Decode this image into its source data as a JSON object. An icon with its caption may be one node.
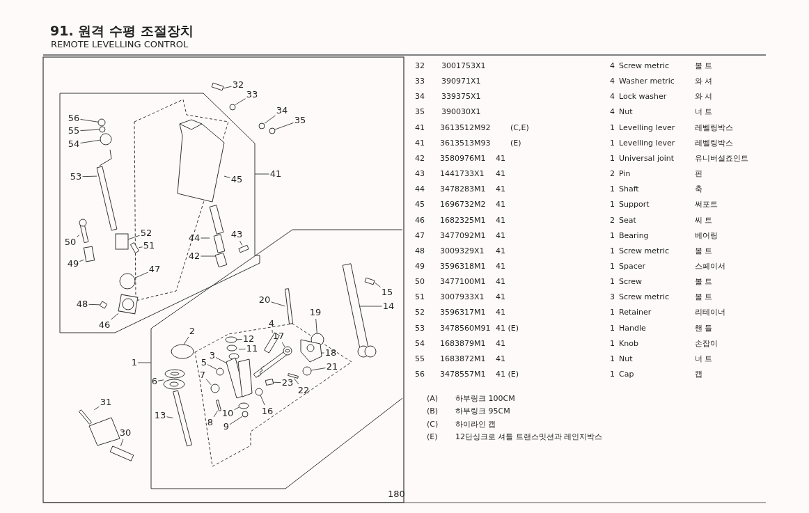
{
  "diagram": {
    "title": "91. 원격 수평 조절장치",
    "nodes": [
      {
        "text": [
          "32"
        ]
      },
      {
        "text": [
          "33"
        ]
      },
      {
        "text": [
          "34"
        ]
      },
      {
        "text": [
          "35"
        ]
      },
      {
        "text": [
          "56"
        ]
      },
      {
        "text": [
          "55"
        ]
      },
      {
        "text": [
          "54"
        ]
      },
      {
        "text": [
          "53"
        ]
      },
      {
        "text": [
          "41"
        ]
      },
      {
        "text": [
          "45"
        ]
      },
      {
        "text": [
          "52"
        ]
      },
      {
        "text": [
          "50"
        ]
      },
      {
        "text": [
          "51"
        ]
      },
      {
        "text": [
          "44"
        ]
      },
      {
        "text": [
          "43"
        ]
      },
      {
        "text": [
          "42"
        ]
      },
      {
        "text": [
          "49"
        ]
      },
      {
        "text": [
          "47"
        ]
      },
      {
        "text": [
          "48"
        ]
      },
      {
        "text": [
          "46"
        ]
      },
      {
        "text": [
          "20"
        ]
      },
      {
        "text": [
          "15"
        ]
      },
      {
        "text": [
          "14"
        ]
      },
      {
        "text": [
          "19"
        ]
      },
      {
        "text": [
          "4"
        ]
      },
      {
        "text": [
          "17"
        ]
      },
      {
        "text": [
          "2"
        ]
      },
      {
        "text": [
          "12"
        ]
      },
      {
        "text": [
          "11"
        ]
      },
      {
        "text": [
          "3"
        ]
      },
      {
        "text": [
          "18"
        ]
      },
      {
        "text": [
          "5"
        ]
      },
      {
        "text": [
          "21"
        ]
      },
      {
        "text": [
          "1"
        ]
      },
      {
        "text": [
          "23"
        ]
      },
      {
        "text": [
          "6"
        ]
      },
      {
        "text": [
          "7"
        ]
      },
      {
        "text": [
          "22"
        ]
      },
      {
        "text": [
          "31"
        ]
      },
      {
        "text": [
          "16"
        ]
      },
      {
        "text": [
          "10"
        ]
      },
      {
        "text": [
          "13"
        ]
      },
      {
        "text": [
          "8"
        ]
      },
      {
        "text": [
          "9"
        ]
      },
      {
        "text": [
          "30"
        ]
      },
      {
        "text": [],
        "shape": "bar"
      },
      {
        "text": [],
        "shape": "circle"
      },
      {
        "text": [],
        "shape": "circle"
      },
      {
        "text": [],
        "shape": "circle"
      },
      {
        "text": [],
        "shape": "circle"
      },
      {
        "text": [],
        "shape": "circle"
      },
      {
        "text": [],
        "shape": "circle"
      },
      {
        "text": [],
        "shape": "picture"
      },
      {
        "text": [],
        "shape": "picture"
      },
      {
        "text": [],
        "shape": "box"
      },
      {
        "text": [],
        "shape": "picture"
      },
      {
        "text": [],
        "shape": "bar"
      },
      {
        "text": [],
        "shape": "picture"
      },
      {
        "text": [],
        "shape": "bar"
      },
      {
        "text": [],
        "shape": "bar"
      },
      {
        "text": [],
        "shape": "box"
      },
      {
        "text": [],
        "shape": "circle"
      },
      {
        "text": [],
        "shape": "bar"
      },
      {
        "text": [],
        "shape": "picture"
      },
      {
        "text": [],
        "shape": "bar"
      },
      {
        "text": [],
        "shape": "bar"
      },
      {
        "text": [],
        "shape": "picture"
      },
      {
        "text": [],
        "shape": "circle"
      },
      {
        "text": [],
        "shape": "bar"
      },
      {
        "text": [],
        "shape": "picture"
      },
      {
        "text": [],
        "shape": "ellipse"
      },
      {
        "text": [],
        "shape": "ellipse"
      },
      {
        "text": [],
        "shape": "picture"
      },
      {
        "text": [],
        "shape": "picture"
      },
      {
        "text": [],
        "shape": "picture"
      },
      {
        "text": [],
        "shape": "circle"
      },
      {
        "text": [],
        "shape": "circle"
      },
      {
        "text": [],
        "shape": "bar"
      },
      {
        "text": [],
        "shape": "picture"
      },
      {
        "text": [],
        "shape": "circle"
      },
      {
        "text": [],
        "shape": "bar"
      },
      {
        "text": [],
        "shape": "picture"
      },
      {
        "text": [],
        "shape": "circle"
      },
      {
        "text": [],
        "shape": "ellipse"
      },
      {
        "text": [],
        "shape": "bar"
      },
      {
        "text": [],
        "shape": "bar"
      },
      {
        "text": [],
        "shape": "circle"
      },
      {
        "text": [],
        "shape": "bar"
      }
    ],
    "edges": [
      {
        "from": 0,
        "to": 45,
        "arrow": "none"
      },
      {
        "from": 1,
        "to": 46,
        "arrow": "none"
      },
      {
        "from": 2,
        "to": 47,
        "arrow": "none"
      },
      {
        "from": 3,
        "to": 48,
        "arrow": "none"
      },
      {
        "from": 4,
        "to": 49,
        "arrow": "none"
      },
      {
        "from": 5,
        "to": 50,
        "arrow": "none"
      },
      {
        "from": 6,
        "to": 51,
        "arrow": "none"
      },
      {
        "from": 7,
        "to": 52,
        "arrow": "none"
      },
      {
        "from": 8,
        "to": null,
        "arrow": "none"
      },
      {
        "from": 9,
        "to": 53,
        "arrow": "none"
      },
      {
        "from": 10,
        "to": 54,
        "arrow": "none"
      },
      {
        "from": 11,
        "to": 55,
        "arrow": "none"
      },
      {
        "from": 12,
        "to": 56,
        "arrow": "none"
      },
      {
        "from": 13,
        "to": 57,
        "arrow": "none"
      },
      {
        "from": 14,
        "to": 58,
        "arrow": "none"
      },
      {
        "from": 15,
        "to": 59,
        "arrow": "none"
      },
      {
        "from": 16,
        "to": 60,
        "arrow": "none"
      },
      {
        "from": 17,
        "to": 61,
        "arrow": "none"
      },
      {
        "from": 18,
        "to": 62,
        "arrow": "none"
      },
      {
        "from": 19,
        "to": 63,
        "arrow": "none"
      },
      {
        "from": 20,
        "to": 64,
        "arrow": "none"
      },
      {
        "from": 21,
        "to": 65,
        "arrow": "none"
      },
      {
        "from": 22,
        "to": 66,
        "arrow": "none"
      },
      {
        "from": 23,
        "to": 67,
        "arrow": "none"
      },
      {
        "from": 24,
        "to": 68,
        "arrow": "none"
      },
      {
        "from": 25,
        "to": 69,
        "arrow": "none"
      },
      {
        "from": 26,
        "to": 70,
        "arrow": "none"
      },
      {
        "from": 27,
        "to": 71,
        "arrow": "none"
      },
      {
        "from": 28,
        "to": 72,
        "arrow": "none"
      },
      {
        "from": 29,
        "to": 73,
        "arrow": "none"
      },
      {
        "from": 30,
        "to": 74,
        "arrow": "none"
      },
      {
        "from": 31,
        "to": 75,
        "arrow": "none"
      },
      {
        "from": 32,
        "to": 76,
        "arrow": "none"
      },
      {
        "from": 33,
        "to": null,
        "arrow": "none"
      },
      {
        "from": 34,
        "to": 77,
        "arrow": "none"
      },
      {
        "from": 35,
        "to": 78,
        "arrow": "none"
      },
      {
        "from": 36,
        "to": 79,
        "arrow": "none"
      },
      {
        "from": 37,
        "to": 80,
        "arrow": "none"
      },
      {
        "from": 38,
        "to": 81,
        "arrow": "none"
      },
      {
        "from": 39,
        "to": 82,
        "arrow": "none"
      },
      {
        "from": 40,
        "to": 83,
        "arrow": "none"
      },
      {
        "from": 41,
        "to": 84,
        "arrow": "none"
      },
      {
        "from": 42,
        "to": 85,
        "arrow": "none"
      },
      {
        "from": 43,
        "to": 86,
        "arrow": "none"
      },
      {
        "from": 44,
        "to": 87,
        "arrow": "none"
      }
    ],
    "labels": [
      "REMOTE LEVELLING CONTROL",
      "32",
      "3001753X1",
      "4",
      "Screw metric",
      "볼 트",
      "33",
      "390971X1",
      "4",
      "Washer metric",
      "와 셔",
      "34",
      "339375X1",
      "4",
      "Lock washer",
      "와 셔",
      "35",
      "390030X1",
      "4",
      "Nut",
      "너 트",
      "41",
      "3613512M92",
      "(C,E)",
      "1",
      "Levelling lever",
      "레벨링박스",
      "41",
      "3613513M93",
      "(E)",
      "1",
      "Levelling lever",
      "레벨링박스",
      "42",
      "3580976M1",
      "41",
      "1",
      "Universal joint",
      "유니버설죠인트",
      "43",
      "1441733X1",
      "41",
      "2",
      "Pin",
      "핀",
      "44",
      "3478283M1",
      "41",
      "1",
      "Shaft",
      "축",
      "45",
      "1696732M2",
      "41",
      "1",
      "Support",
      "써포트",
      "46",
      "1682325M1",
      "41",
      "2",
      "Seat",
      "씨 트",
      "47",
      "3477092M1",
      "41",
      "1",
      "Bearing",
      "베어링",
      "48",
      "3009329X1",
      "41",
      "1",
      "Screw metric",
      "볼 트",
      "49",
      "3596318M1",
      "41",
      "1",
      "Spacer",
      "스페이서",
      "50",
      "3477100M1",
      "41",
      "1",
      "Screw",
      "볼 트",
      "51",
      "3007933X1",
      "41",
      "3",
      "Screw metric",
      "볼 트",
      "52",
      "3596317M1",
      "41",
      "1",
      "Retainer",
      "리테이너",
      "53",
      "3478560M91",
      "41 (E)",
      "1",
      "Handle",
      "핸 들",
      "54",
      "1683879M1",
      "41",
      "1",
      "Knob",
      "손잡이",
      "55",
      "1683872M1",
      "41",
      "1",
      "Nut",
      "너 트",
      "56",
      "3478557M1",
      "41 (E)",
      "1",
      "Cap",
      "캡",
      "(A)",
      "하부링크 100CM",
      "(B)",
      "하부링크 95CM",
      "(C)",
      "하이라인 캡",
      "(E)",
      "12단싱크로 셔틀 트랜스밋션과 레인지박스",
      "180"
    ]
  }
}
